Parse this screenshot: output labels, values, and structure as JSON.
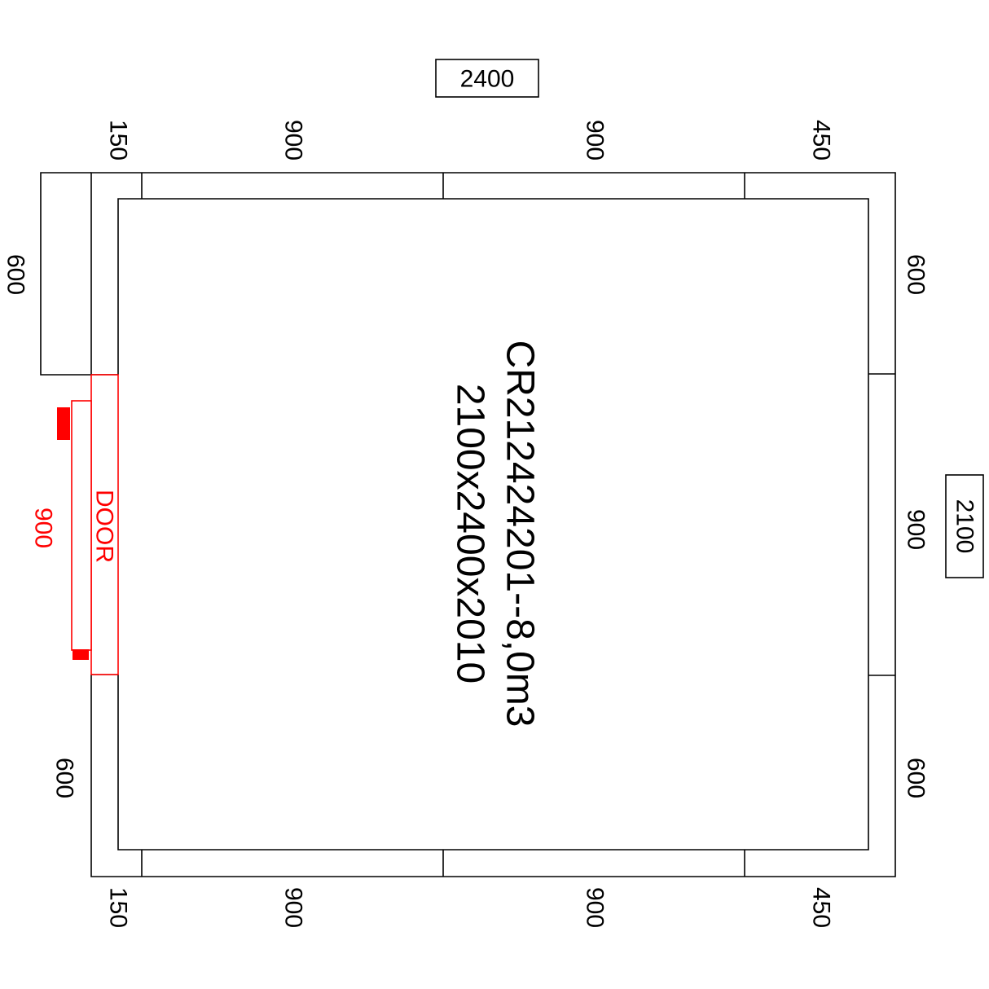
{
  "colors": {
    "line": "#000000",
    "door": "#ff0000",
    "background": "#ffffff"
  },
  "overall": {
    "width": "2400",
    "depth": "2100"
  },
  "top_segments": [
    "150",
    "900",
    "900",
    "450"
  ],
  "bottom_segments": [
    "150",
    "900",
    "900",
    "450"
  ],
  "right_segments": [
    "600",
    "900",
    "600"
  ],
  "left_segments": {
    "upper": "600",
    "lower": "600"
  },
  "door": {
    "label": "DOOR",
    "width": "900"
  },
  "room": {
    "model": "CR212424201--8,0m3",
    "size": "2100x2400x2010"
  }
}
